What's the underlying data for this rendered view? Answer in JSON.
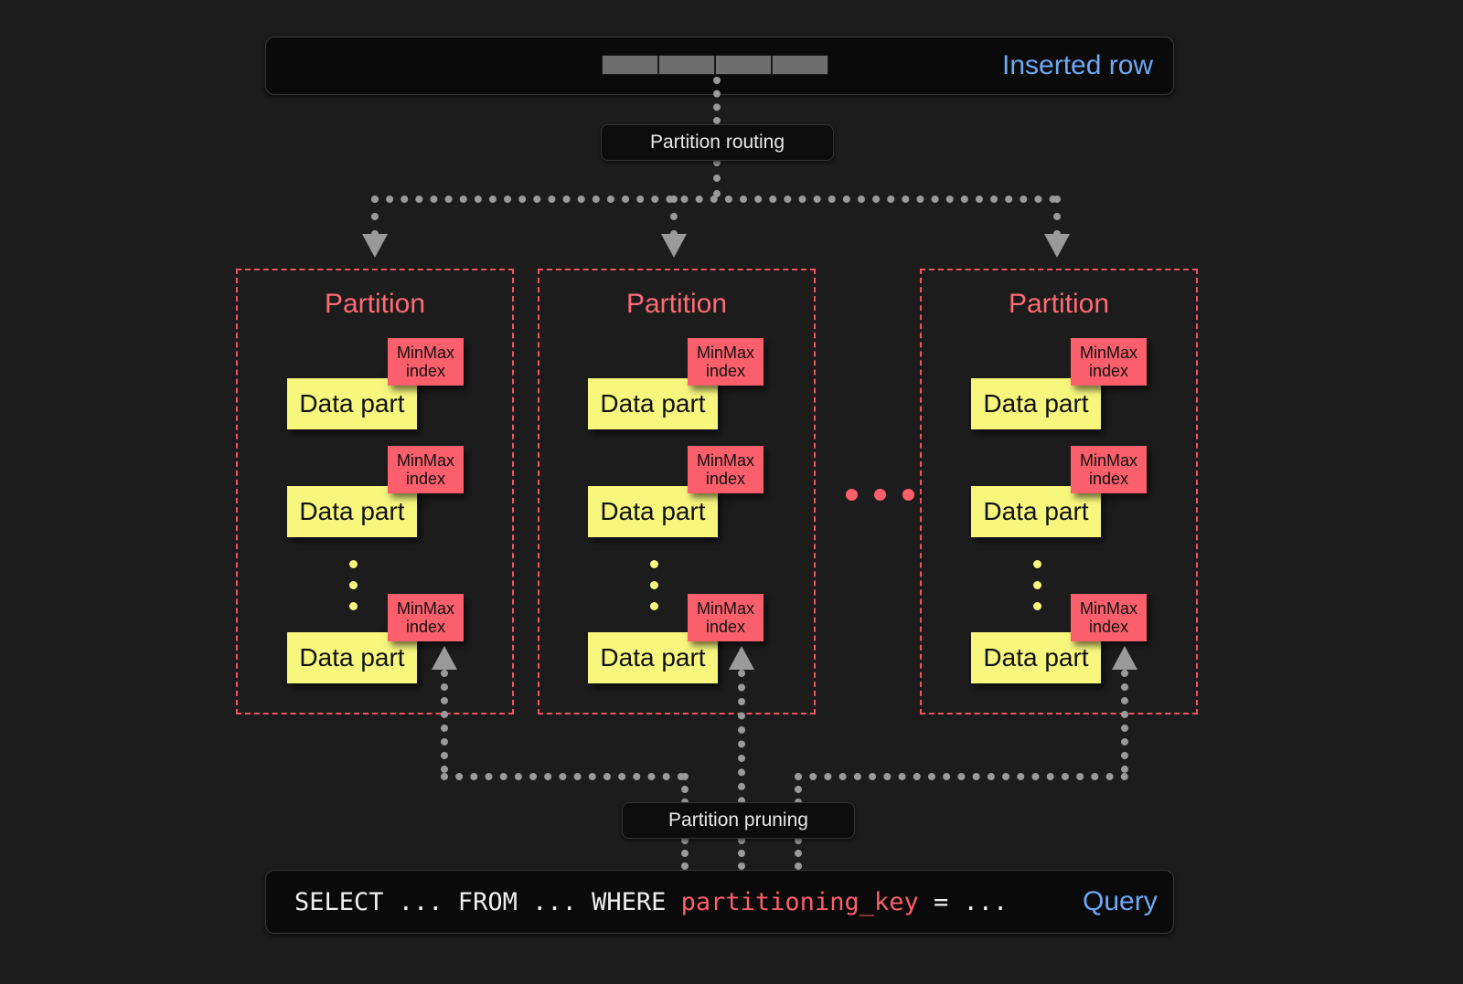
{
  "diagram": {
    "title": "ClickHouse partitioning: insert routing and partition pruning",
    "background_color": "#1c1c1c"
  },
  "colors": {
    "background": "#1c1c1c",
    "bar_fill": "#0a0a0a",
    "accent_blue": "#6fa8f5",
    "partition_red": "#ff6b74",
    "minmax_red": "#fa5f6b",
    "datapart_yellow": "#f7f77e",
    "connector_gray": "#9a9a9a",
    "rowcell_gray": "#6e6e6e"
  },
  "top_bar": {
    "label": "Inserted row",
    "cell_count": 4
  },
  "routing_box": {
    "label": "Partition routing"
  },
  "pruning_box": {
    "label": "Partition pruning"
  },
  "partitions": [
    {
      "title": "Partition",
      "parts": [
        {
          "label": "Data part",
          "index_label": "MinMax\nindex",
          "index_line1": "MinMax",
          "index_line2": "index"
        },
        {
          "label": "Data part",
          "index_label": "MinMax\nindex",
          "index_line1": "MinMax",
          "index_line2": "index"
        },
        {
          "label": "Data part",
          "index_label": "MinMax\nindex",
          "index_line1": "MinMax",
          "index_line2": "index"
        }
      ],
      "ellipsis_dots": 3
    },
    {
      "title": "Partition",
      "parts": [
        {
          "label": "Data part",
          "index_line1": "MinMax",
          "index_line2": "index"
        },
        {
          "label": "Data part",
          "index_line1": "MinMax",
          "index_line2": "index"
        },
        {
          "label": "Data part",
          "index_line1": "MinMax",
          "index_line2": "index"
        }
      ],
      "ellipsis_dots": 3
    },
    {
      "title": "Partition",
      "parts": [
        {
          "label": "Data part",
          "index_line1": "MinMax",
          "index_line2": "index"
        },
        {
          "label": "Data part",
          "index_line1": "MinMax",
          "index_line2": "index"
        },
        {
          "label": "Data part",
          "index_line1": "MinMax",
          "index_line2": "index"
        }
      ],
      "ellipsis_dots": 3
    }
  ],
  "between_partitions_ellipsis": {
    "dot_count": 3,
    "color": "#fa5f6b"
  },
  "query_bar": {
    "label": "Query",
    "prefix": "SELECT ... FROM ... WHERE ",
    "highlight": "partitioning_key",
    "suffix": " = ..."
  }
}
